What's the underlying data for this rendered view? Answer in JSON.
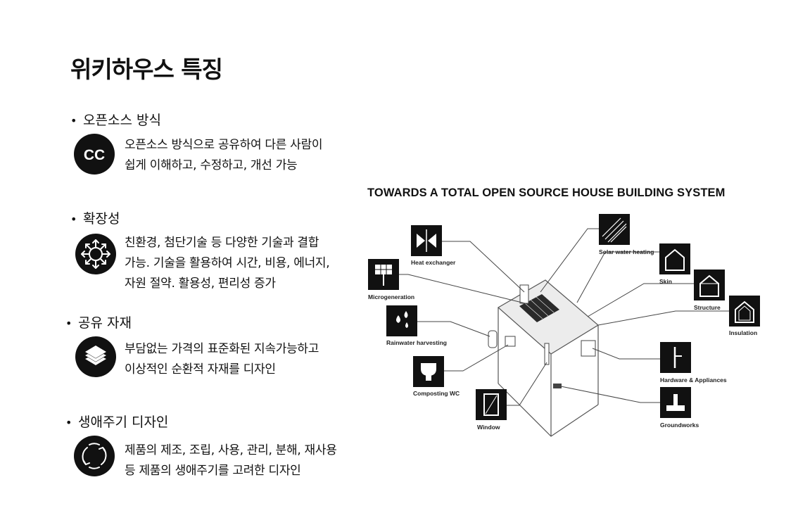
{
  "title": "위키하우스 특징",
  "features": [
    {
      "heading": "오픈소스 방식",
      "icon": "cc-icon",
      "icon_text": "CC",
      "lines": [
        "오픈소스 방식으로 공유하여 다른 사람이",
        "쉽게 이해하고, 수정하고, 개선 가능"
      ]
    },
    {
      "heading": "확장성",
      "icon": "expand-arrows-icon",
      "lines": [
        "친환경, 첨단기술 등 다양한 기술과 결합",
        "가능. 기술을 활용하여 시간, 비용, 에너지,",
        "자원 절약. 활용성, 편리성 증가"
      ]
    },
    {
      "heading": "공유 자재",
      "icon": "layers-icon",
      "lines": [
        "부담없는 가격의 표준화된 지속가능하고",
        "이상적인 순환적 자재를 디자인"
      ]
    },
    {
      "heading": "생애주기 디자인",
      "icon": "cycle-arrows-icon",
      "lines": [
        "제품의 제조, 조립, 사용, 관리, 분해, 재사용",
        "등 제품의 생애주기를 고려한 디자인"
      ]
    }
  ],
  "diagram": {
    "title": "TOWARDS A TOTAL OPEN SOURCE HOUSE BUILDING SYSTEM",
    "labels": {
      "heat_exchanger": "Heat exchanger",
      "solar_water_heating": "Solar water heating",
      "microgeneration": "Microgeneration",
      "skin": "Skin",
      "structure": "Structure",
      "insulation": "Insulation",
      "rainwater_harvesting": "Rainwater harvesting",
      "hardware_appliances": "Hardware & Appliances",
      "composting_wc": "Composting WC",
      "window": "Window",
      "groundworks": "Groundworks"
    }
  }
}
